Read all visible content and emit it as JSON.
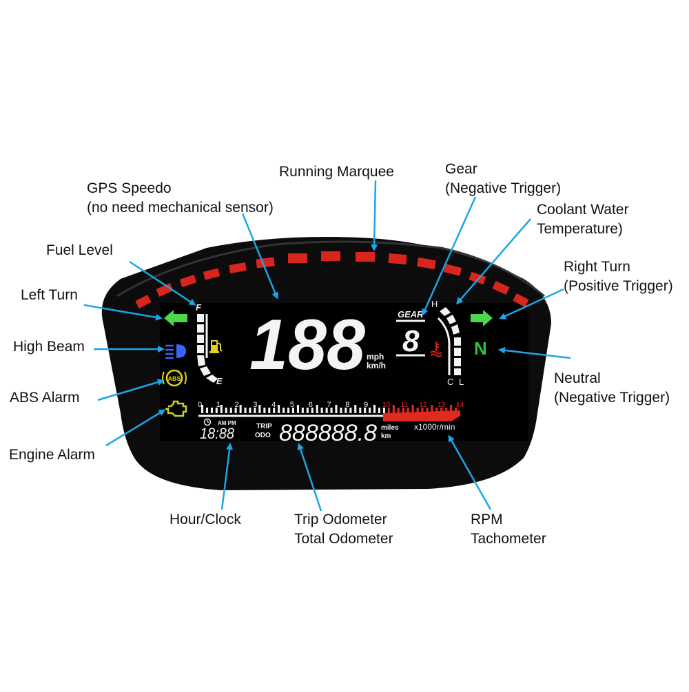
{
  "callouts": {
    "running_marquee": "Running Marquee",
    "gps_speedo_l1": "GPS Speedo",
    "gps_speedo_l2": "(no need mechanical sensor)",
    "gear_l1": "Gear",
    "gear_l2": "(Negative Trigger)",
    "coolant_l1": "Coolant Water",
    "coolant_l2": "Temperature)",
    "fuel_level": "Fuel Level",
    "right_turn_l1": "Right Turn",
    "right_turn_l2": "(Positive Trigger)",
    "left_turn": "Left Turn",
    "high_beam": "High Beam",
    "abs_alarm": "ABS Alarm",
    "neutral_l1": "Neutral",
    "neutral_l2": "(Negative Trigger)",
    "engine_alarm": "Engine Alarm",
    "hour_clock": "Hour/Clock",
    "trip_l1": "Trip Odometer",
    "trip_l2": "Total Odometer",
    "rpm_l1": "RPM",
    "rpm_l2": "Tachometer"
  },
  "display": {
    "speed_value": "188",
    "speed_unit_1": "mph",
    "speed_unit_2": "km/h",
    "gear_label": "GEAR",
    "gear_value": "8",
    "fuel_full": "F",
    "fuel_empty": "E",
    "temp_hot": "H",
    "temp_c": "C",
    "temp_l": "L",
    "neutral": "N",
    "abs_text": "ABS",
    "clock_ampm": "AM PM",
    "clock_value": "18:88",
    "trip_label": "TRIP",
    "odo_label": "ODO",
    "odometer_value": "888888.8",
    "odo_unit_1": "miles",
    "odo_unit_2": "km",
    "rpm_unit": "x1000r/min",
    "rpm_ticks": [
      "0",
      "1",
      "2",
      "3",
      "4",
      "5",
      "6",
      "7",
      "8",
      "9",
      "10",
      "11",
      "12",
      "13",
      "14"
    ]
  },
  "colors": {
    "bezel": "#0c0c0c",
    "screen": "#000000",
    "marquee_red": "#d8261e",
    "rpm_red": "#e02a1f",
    "turn_green": "#4cd64a",
    "neutral_green": "#2ec43c",
    "beam_blue": "#3a63ff",
    "warn_yellow": "#e3d21c",
    "engine_yellow": "#c9d41e",
    "arrow_blue": "#1aa6e8",
    "lcd_white": "#f4f4f4"
  },
  "icons": [
    "left-turn-arrow-icon",
    "right-turn-arrow-icon",
    "high-beam-icon",
    "abs-icon",
    "engine-icon",
    "fuel-pump-icon",
    "coolant-thermometer-icon",
    "clock-icon"
  ]
}
